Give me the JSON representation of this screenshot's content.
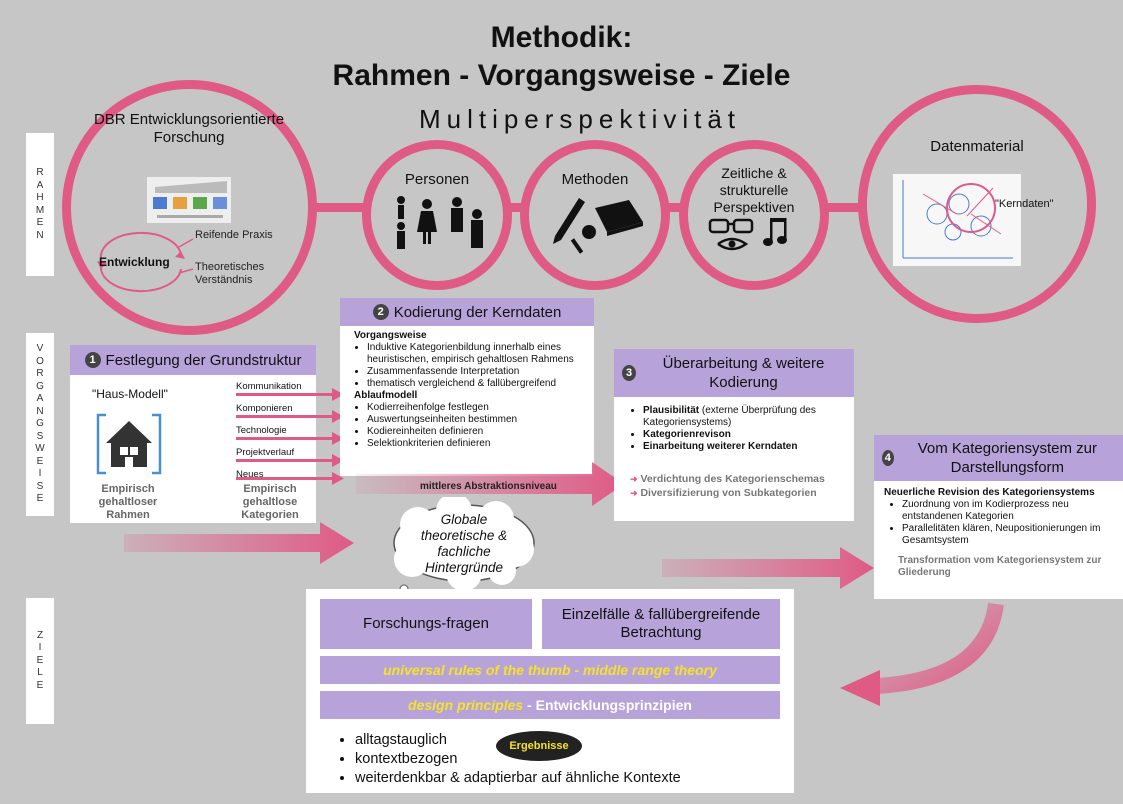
{
  "title": {
    "line1": "Methodik:",
    "line2": "Rahmen - Vorgangsweise - Ziele"
  },
  "subtitle": "Multiperspektivität",
  "side_labels": {
    "rahmen": "RAHMEN",
    "vorgangsweise": "VORGANGSWEISE",
    "ziele": "ZIELE"
  },
  "circles": {
    "dbr": {
      "title": "DBR Entwicklungsorientierte Forschung",
      "center": "Entwicklung",
      "right1": "Reifende Praxis",
      "right2": "Theoretisches Verständnis"
    },
    "personen": "Personen",
    "methoden": "Methoden",
    "zeitlich": "Zeitliche & strukturelle Perspektiven",
    "daten": {
      "title": "Datenmaterial",
      "label": "\"Kerndaten\""
    }
  },
  "panel1": {
    "num": "1",
    "title": "Festlegung der Grundstruktur",
    "haus": "\"Haus-Modell\"",
    "categories": [
      "Kommunikation",
      "Komponieren",
      "Technologie",
      "Projektverlauf",
      "Neues"
    ],
    "left_foot": "Empirisch gehaltloser Rahmen",
    "right_foot": "Empirisch gehaltlose Kategorien"
  },
  "panel2": {
    "num": "2",
    "title": "Kodierung der Kerndaten",
    "h1": "Vorgangsweise",
    "items1": [
      "Induktive Kategorienbildung innerhalb eines heuristischen, empirisch gehaltlosen Rahmens",
      "Zusammenfassende Interpretation",
      "thematisch vergleichend & fallübergreifend"
    ],
    "h2": "Ablaufmodell",
    "items2": [
      "Kodierreihenfolge festlegen",
      "Auswertungseinheiten bestimmen",
      "Kodiereinheiten definieren",
      "Selektionkriterien definieren"
    ],
    "arrow_label": "mittleres Abstraktionsniveau"
  },
  "panel3": {
    "num": "3",
    "title": "Überarbeitung & weitere Kodierung",
    "items": [
      {
        "bold": "Plausibilität",
        "rest": " (externe Überprüfung des Kategoriensystems)"
      },
      {
        "bold": "Kategorienrevison",
        "rest": ""
      },
      {
        "bold": "Einarbeitung weiterer Kerndaten",
        "rest": ""
      }
    ],
    "foot1": "Verdichtung des Kategorienschemas",
    "foot2": "Diversifizierung von Subkategorien"
  },
  "panel4": {
    "num": "4",
    "title": "Vom Kategoriensystem zur Darstellungsform",
    "heading": "Neuerliche Revision des Kategoriensystems",
    "items": [
      "Zuordnung von im Kodierprozess neu entstandenen Kategorien",
      "Parallelitäten klären, Neupositionierungen im Gesamtsystem"
    ],
    "foot": "Transformation vom Kategoriensystem zur Gliederung"
  },
  "cloud": "Globale theoretische & fachliche Hintergründe",
  "ziele": {
    "box1": "Forschungs-fragen",
    "box2": "Einzelfälle & fallübergreifende Betrachtung",
    "bar1": "universal rules of the thumb - middle range theory",
    "bar2_yellow": "design principles",
    "bar2_white": " - Entwicklungsprinzipien",
    "badge": "Ergebnisse",
    "bullets": [
      "alltagstauglich",
      "kontextbezogen",
      "weiterdenkbar & adaptierbar auf ähnliche Kontexte"
    ]
  },
  "colors": {
    "pink": "#e05a86",
    "purple": "#b7a3d9",
    "background": "#c6c6c6",
    "yellow": "#f4e32a"
  }
}
